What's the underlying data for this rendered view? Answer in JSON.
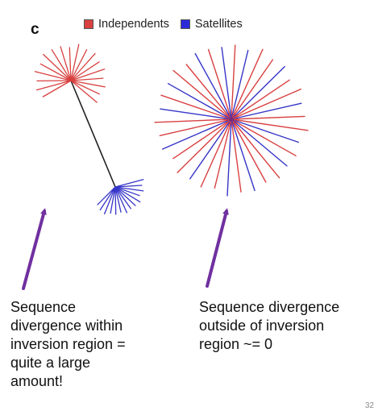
{
  "figure": {
    "panel_letter": "c",
    "legend": [
      {
        "label": "Independents",
        "color": "#d94040"
      },
      {
        "label": "Satellites",
        "color": "#2b2bd9"
      }
    ],
    "colors": {
      "independent": "#d94040",
      "satellite": "#3535c8",
      "connector": "#222222",
      "arrow": "#7030a0"
    },
    "left_tree": {
      "independent_branch_count": 18,
      "satellite_branch_count": 14
    },
    "right_tree": {
      "branch_count": 34,
      "branch_colors": [
        "independent",
        "satellite",
        "independent",
        "independent",
        "satellite",
        "independent",
        "independent",
        "satellite",
        "independent",
        "independent",
        "satellite",
        "independent",
        "satellite",
        "independent",
        "independent",
        "satellite",
        "independent",
        "satellite",
        "independent",
        "independent",
        "satellite",
        "independent",
        "independent",
        "satellite",
        "independent",
        "independent",
        "satellite",
        "independent",
        "satellite",
        "independent",
        "independent",
        "satellite",
        "independent",
        "satellite"
      ]
    }
  },
  "annotations": {
    "left_caption": "Sequence\ndivergence within\ninversion region =\nquite a large\namount!",
    "right_caption": "Sequence divergence\noutside of inversion\nregion ~= 0"
  },
  "slide": {
    "page_number": "32"
  }
}
